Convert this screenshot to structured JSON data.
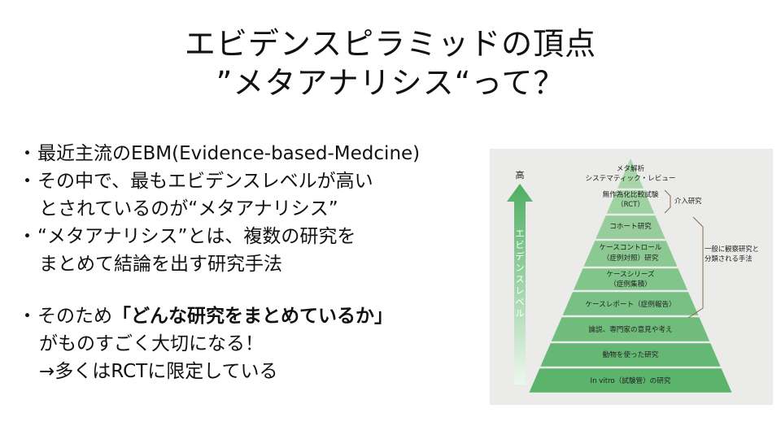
{
  "title": {
    "line1": "エビデンスピラミッドの頂点",
    "line2": "”メタアナリシス“って？"
  },
  "bullets": {
    "b1": "最近主流のEBM(Evidence-based-Medcine)",
    "b2_line1": "その中で、最もエビデンスレベルが高い",
    "b2_line2": "とされているのが“メタアナリシス”",
    "b3_line1": "“メタアナリシス”とは、複数の研究を",
    "b3_line2": "まとめて結論を出す研究手法",
    "b4_pre": "そのため",
    "b4_bold": "「どんな研究をまとめているか」",
    "b4_line2": "がものすごく大切になる！",
    "b4_line3": "→多くはRCTに限定している"
  },
  "pyramid": {
    "arrow_top_label": "高",
    "arrow_label": "エビデンスレベル",
    "levels": [
      {
        "lines": [
          "メタ解析",
          "システマティック・レビュー"
        ]
      },
      {
        "lines": [
          "無作為化比較試験",
          "（RCT）"
        ]
      },
      {
        "lines": [
          "コホート研究"
        ]
      },
      {
        "lines": [
          "ケースコントロール",
          "（症例対照）研究"
        ]
      },
      {
        "lines": [
          "ケースシリーズ",
          "（症例集積）"
        ]
      },
      {
        "lines": [
          "ケースレポート（症例報告）"
        ]
      },
      {
        "lines": [
          "論説、専門家の意見や考え"
        ]
      },
      {
        "lines": [
          "動物を使った研究"
        ]
      },
      {
        "lines": [
          "In vitro（試験管）の研究"
        ]
      }
    ],
    "bracket_intervention": "介入研究",
    "bracket_observation_line1": "一般に観察研究と",
    "bracket_observation_line2": "分類される手法",
    "colors": {
      "top": "#a9d6a9",
      "bottom": "#5bb36c",
      "text": "#222222",
      "bracket": "#8a6a4a",
      "panel": "#ebebea"
    }
  }
}
